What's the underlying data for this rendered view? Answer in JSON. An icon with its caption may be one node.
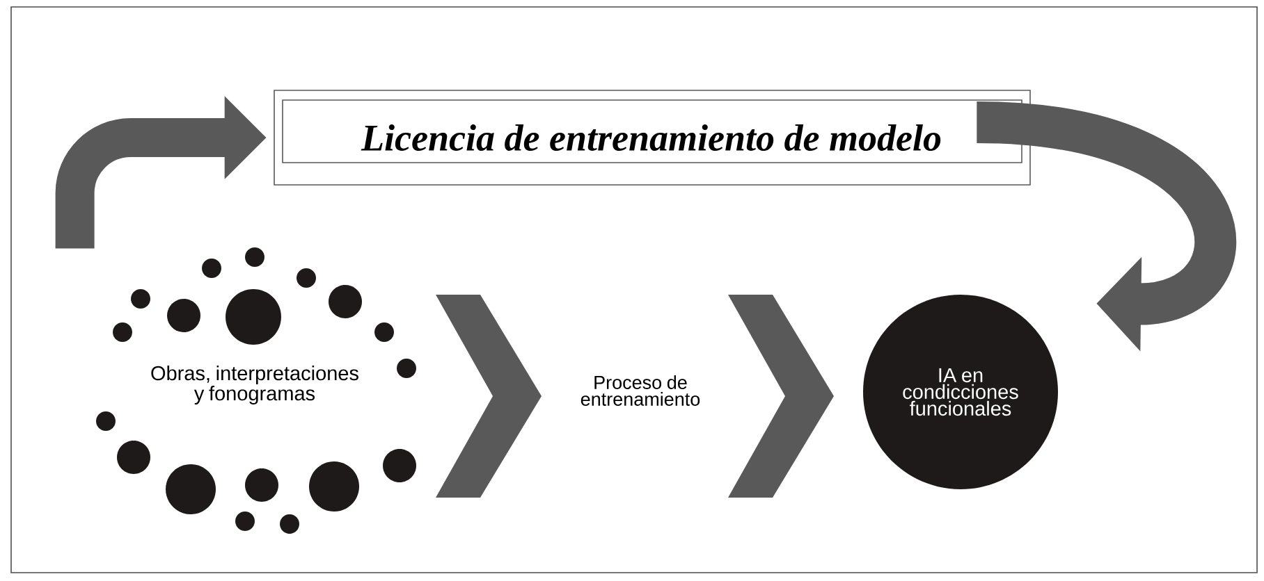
{
  "diagram": {
    "nodes": [
      {
        "text": [
          "Obras, interpretaciones y fonogramas"
        ]
      },
      {
        "text": [
          "Proceso de entrenamiento"
        ]
      },
      {
        "text": [
          "IA en condicciones funcionales"
        ]
      },
      {
        "text": [
          "Licencia de entrenamiento de modelo"
        ]
      }
    ],
    "edges": [
      {
        "from": 0,
        "to": 1,
        "arrow": "to"
      },
      {
        "from": 1,
        "to": 2,
        "arrow": "to"
      },
      {
        "from": 0,
        "to": 3,
        "arrow": "to"
      },
      {
        "from": 3,
        "to": 2,
        "arrow": "to"
      }
    ]
  }
}
